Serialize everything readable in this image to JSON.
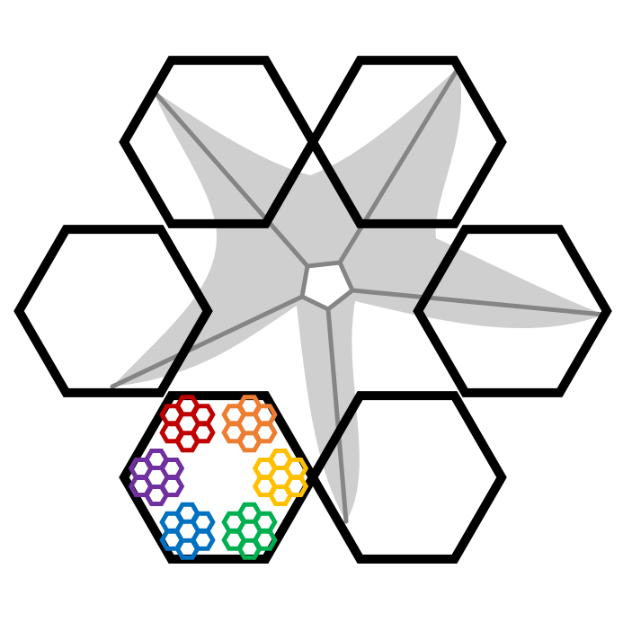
{
  "figure": {
    "star_fill": "#cfcfcf",
    "star_arms_color": "#858585",
    "hex_outline_color": "#000000",
    "background": "#ffffff",
    "large_hexagon_count": 6,
    "rosette_colors": [
      "#c00000",
      "#ed7d31",
      "#ffc000",
      "#00b050",
      "#0070c0",
      "#7030a0"
    ],
    "rosette_names": [
      "red",
      "orange",
      "yellow",
      "green",
      "blue",
      "purple"
    ]
  }
}
